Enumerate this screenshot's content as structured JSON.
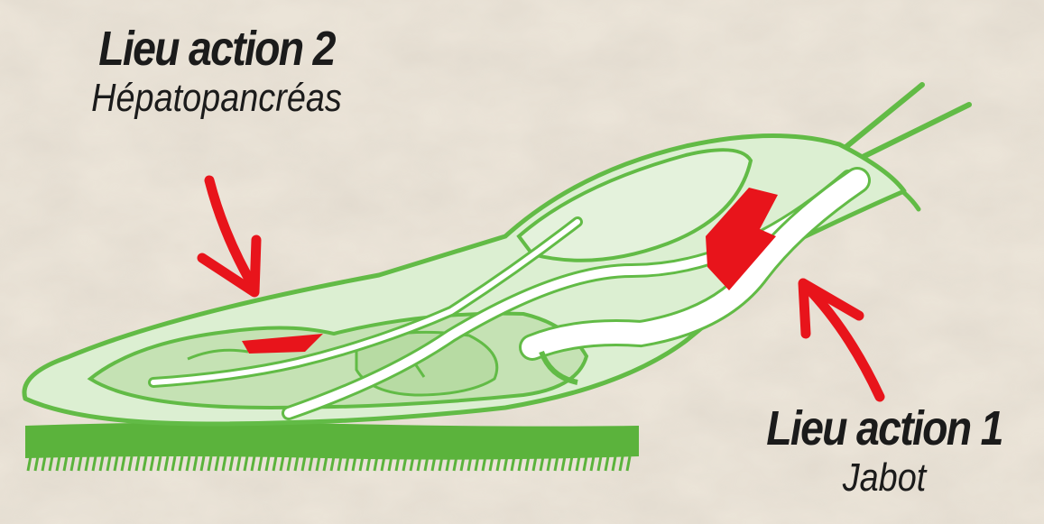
{
  "labels": {
    "action_2": {
      "title": "Lieu action 2",
      "organ": "Hépatopancréas"
    },
    "action_1": {
      "title": "Lieu action 1",
      "organ": "Jabot"
    }
  },
  "colors": {
    "background": "#ebe4d8",
    "body_fill": "#dcefd2",
    "outline": "#62bb46",
    "organ_fill": "#c5e2b4",
    "highlight": "#e8141b",
    "ground": "#5bb33c",
    "text": "#1b1b1b"
  }
}
